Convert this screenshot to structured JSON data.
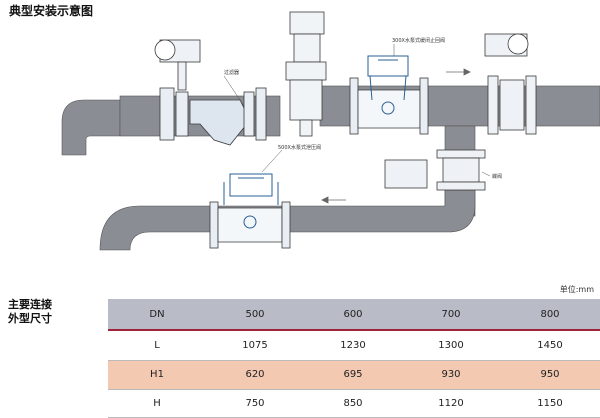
{
  "section_title": "典型安装示意图",
  "diagram_labels": {
    "filter": "过滤器",
    "slow_close_check_valve": "300X水泵式缓闭止回阀",
    "pressure_relief_valve": "500X水泵式泄压阀",
    "butterfly_valve": "蝶阀"
  },
  "unit_label": "单位:mm",
  "table_title_line1": "主要连接",
  "table_title_line2": "外型尺寸",
  "table": {
    "header": {
      "label": "DN",
      "values": [
        "500",
        "600",
        "700",
        "800"
      ]
    },
    "rows": [
      {
        "label": "L",
        "values": [
          "1075",
          "1230",
          "1300",
          "1450"
        ]
      },
      {
        "label": "H1",
        "values": [
          "620",
          "695",
          "930",
          "950"
        ]
      },
      {
        "label": "H",
        "values": [
          "750",
          "850",
          "1120",
          "1150"
        ]
      }
    ]
  },
  "colors": {
    "pipe": "#8a8d93",
    "header_bg": "#b9bcc6",
    "highlight_bg": "#f3c9b2",
    "accent_line": "#a0233a",
    "valve_blue": "#2a5f93"
  }
}
